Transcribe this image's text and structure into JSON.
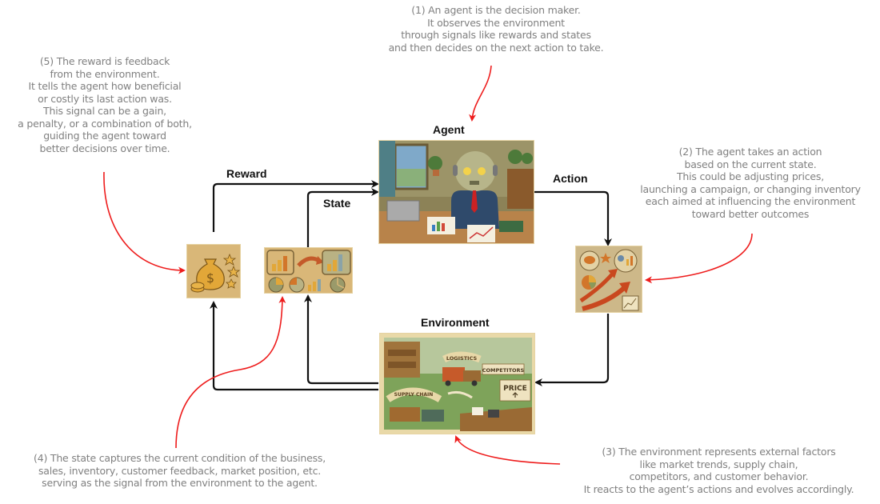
{
  "diagram": {
    "title": "Agent-Environment Reinforcement Loop",
    "nodes": {
      "agent": {
        "label": "Agent",
        "image_alt": "Robot agent at desk analyzing charts"
      },
      "environment": {
        "label": "Environment",
        "image_alt": "Business environment scene",
        "signs": [
          "LOGISTICS",
          "COMPETITORS",
          "PRICE",
          "SUPPLY CHAIN"
        ]
      },
      "reward_icon": {
        "image_alt": "Money bag with stars"
      },
      "state_icon": {
        "image_alt": "Charts transition"
      },
      "action_icon": {
        "image_alt": "Brain, gears and rising arrows"
      }
    },
    "edges": {
      "reward": "Reward",
      "state": "State",
      "action": "Action"
    },
    "notes": {
      "agent": [
        "(1) An agent is the decision maker.",
        "It observes the environment",
        "through signals like rewards and states",
        "and then decides on the next action to take."
      ],
      "action": [
        "(2) The agent takes an action",
        "based on the current state.",
        "This could be adjusting prices,",
        "launching a campaign, or changing inventory",
        "each aimed at influencing the environment",
        "toward better outcomes"
      ],
      "environment": [
        "(3) The environment represents external factors",
        "like market trends, supply chain,",
        "competitors, and customer behavior.",
        "It reacts to the agent’s actions and evolves accordingly."
      ],
      "state": [
        "(4) The state captures the current condition of the business,",
        "sales, inventory, customer feedback, market position, etc.",
        "serving as the signal from the environment to the agent."
      ],
      "reward": [
        "(5) The reward is feedback",
        "from the environment.",
        "It tells the agent how beneficial",
        "or costly its last action was.",
        "This signal can be a gain,",
        "a penalty, or a combination of both,",
        "guiding the agent toward",
        "better decisions over time."
      ]
    },
    "colors": {
      "connector": "#111111",
      "annotation_arrow": "#ee1c1c",
      "note_text": "#808080",
      "icon_bg": "#d9b778"
    }
  }
}
